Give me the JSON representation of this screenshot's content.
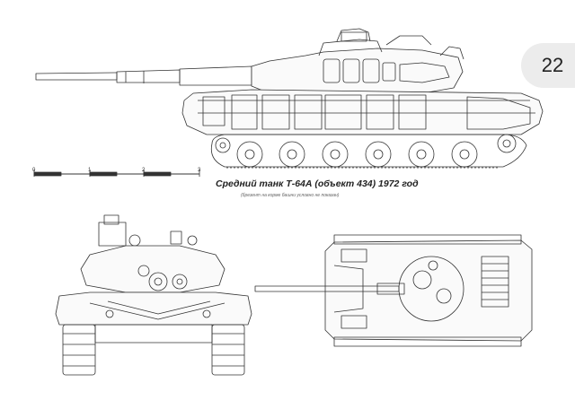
{
  "page": {
    "number": "22",
    "caption": "Средний танк Т-64А (объект 434) 1972 год",
    "subcaption": "(брезент на корме башни условно не показан)"
  },
  "scale_bar": {
    "ticks": [
      "0",
      "1",
      "2",
      "3"
    ]
  },
  "views": {
    "side": "side-view",
    "front": "front-view",
    "top": "top-view"
  }
}
